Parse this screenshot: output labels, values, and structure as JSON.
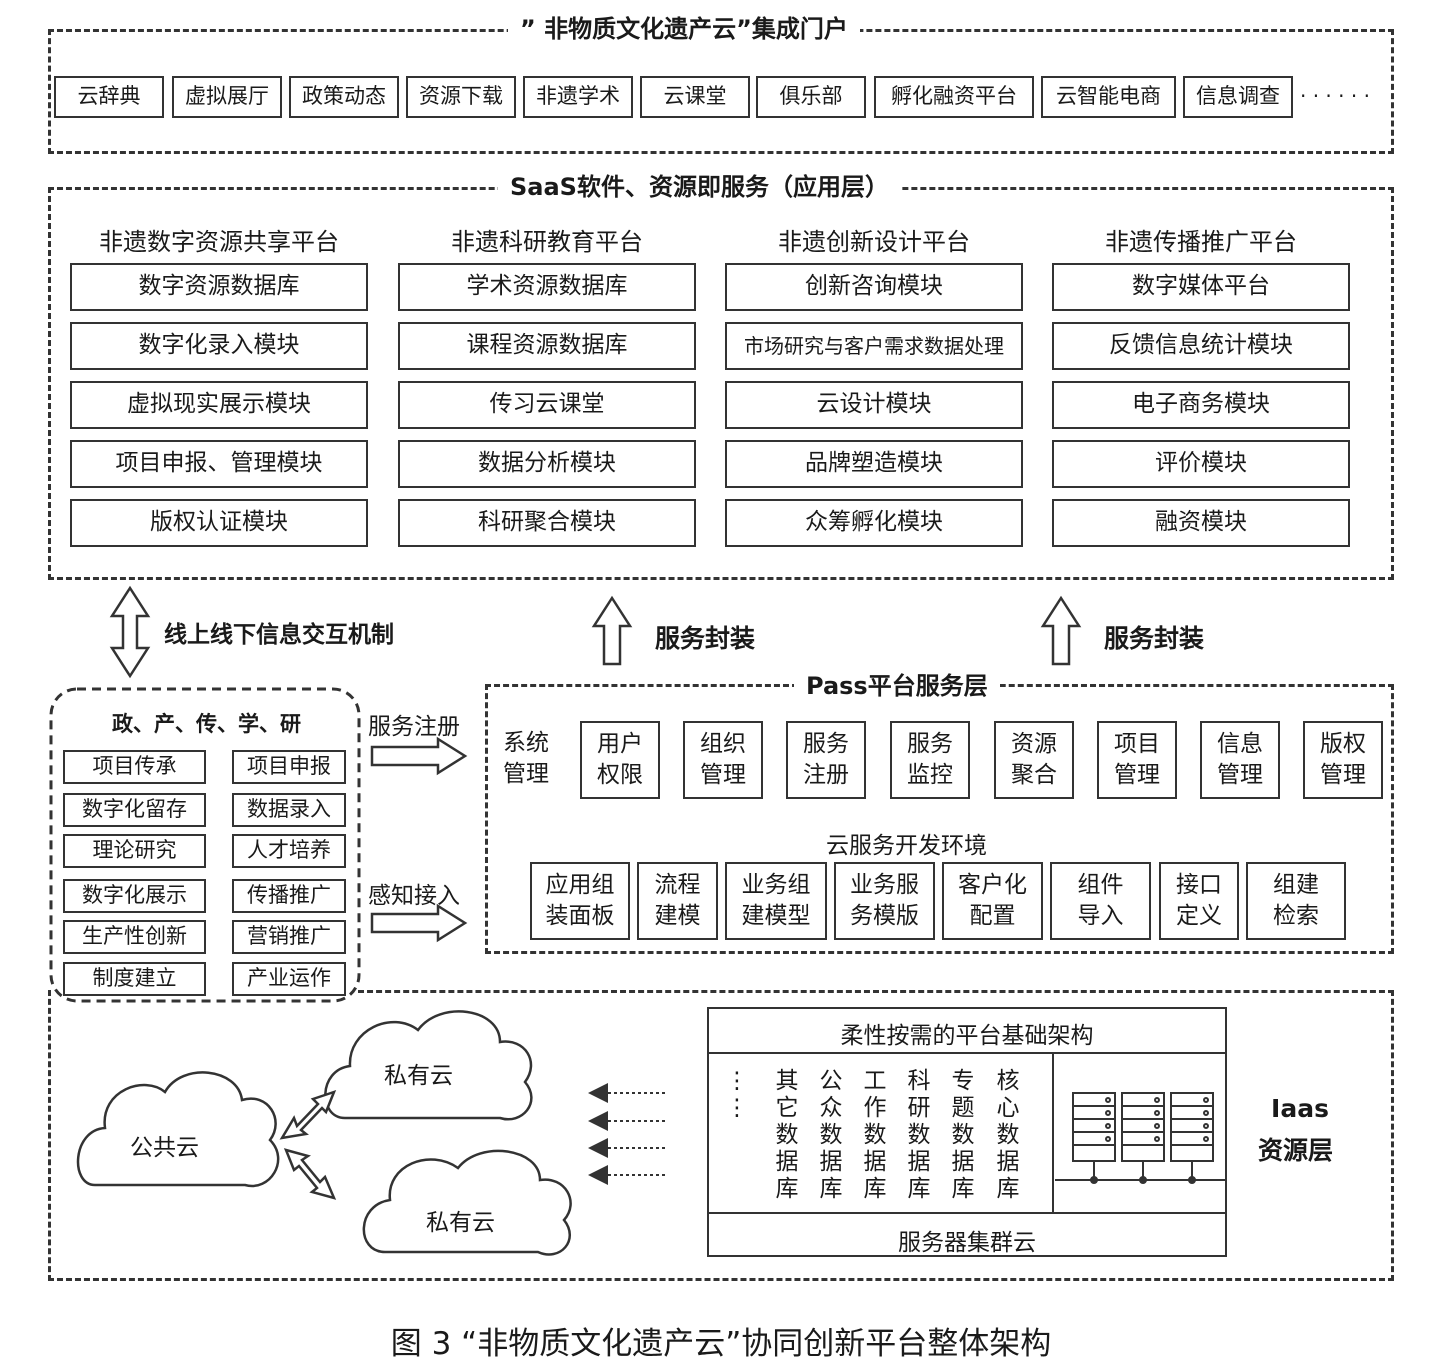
{
  "portal": {
    "title": "”  非物质文化遗产云”集成门户",
    "items": [
      "云辞典",
      "虚拟展厅",
      "政策动态",
      "资源下载",
      "非遗学术",
      "云课堂",
      "俱乐部",
      "孵化融资平台",
      "云智能电商",
      "信息调查"
    ],
    "more": "· · · · · ·"
  },
  "saas": {
    "title": "SaaS软件、资源即服务（应用层）",
    "columns": [
      {
        "name": "非遗数字资源共享平台",
        "items": [
          "数字资源数据库",
          "数字化录入模块",
          "虚拟现实展示模块",
          "项目申报、管理模块",
          "版权认证模块"
        ]
      },
      {
        "name": "非遗科研教育平台",
        "items": [
          "学术资源数据库",
          "课程资源数据库",
          "传习云课堂",
          "数据分析模块",
          "科研聚合模块"
        ]
      },
      {
        "name": "非遗创新设计平台",
        "items": [
          "创新咨询模块",
          "市场研究与客户需求数据处理",
          "云设计模块",
          "品牌塑造模块",
          "众筹孵化模块"
        ]
      },
      {
        "name": "非遗传播推广平台",
        "items": [
          "数字媒体平台",
          "反馈信息统计模块",
          "电子商务模块",
          "评价模块",
          "融资模块"
        ]
      }
    ]
  },
  "arrows": {
    "interaction": "线上线下信息交互机制",
    "encap1": "服务封装",
    "encap2": "服务封装",
    "register": "服务注册",
    "sense": "感知接入"
  },
  "stakeholders": {
    "title": "政、产、传、学、研",
    "left": [
      "项目传承",
      "数字化留存",
      "理论研究",
      "数字化展示",
      "生产性创新",
      "制度建立"
    ],
    "right": [
      "项目申报",
      "数据录入",
      "人才培养",
      "传播推广",
      "营销推广",
      "产业运作"
    ]
  },
  "paas": {
    "title": "Pass平台服务层",
    "sys_label": "系统\n管理",
    "modules": [
      "用户\n权限",
      "组织\n管理",
      "服务\n注册",
      "服务\n监控",
      "资源\n聚合",
      "项目\n管理",
      "信息\n管理",
      "版权\n管理"
    ],
    "dev_label": "云服务开发环境",
    "dev_modules": [
      "应用组\n装面板",
      "流程\n建模",
      "业务组\n建模型",
      "业务服\n务模版",
      "客户化\n配置",
      "组件\n导入",
      "接口\n定义",
      "组建\n检索"
    ]
  },
  "iaas": {
    "title_line1": "Iaas",
    "title_line2": "资源层",
    "clouds": {
      "public": "公共云",
      "private1": "私有云",
      "private2": "私有云"
    },
    "infra_title": "柔性按需的平台基础架构",
    "db_cols": [
      "其\n它\n数\n据\n库",
      "公\n众\n数\n据\n库",
      "工\n作\n数\n据\n库",
      "科\n研\n数\n据\n库",
      "专\n题\n数\n据\n库",
      "核\n心\n数\n据\n库"
    ],
    "ellipsis": "⋮\n⋮",
    "server_cloud": "服务器集群云"
  },
  "caption": "图 3  “非物质文化遗产云”协同创新平台整体架构"
}
